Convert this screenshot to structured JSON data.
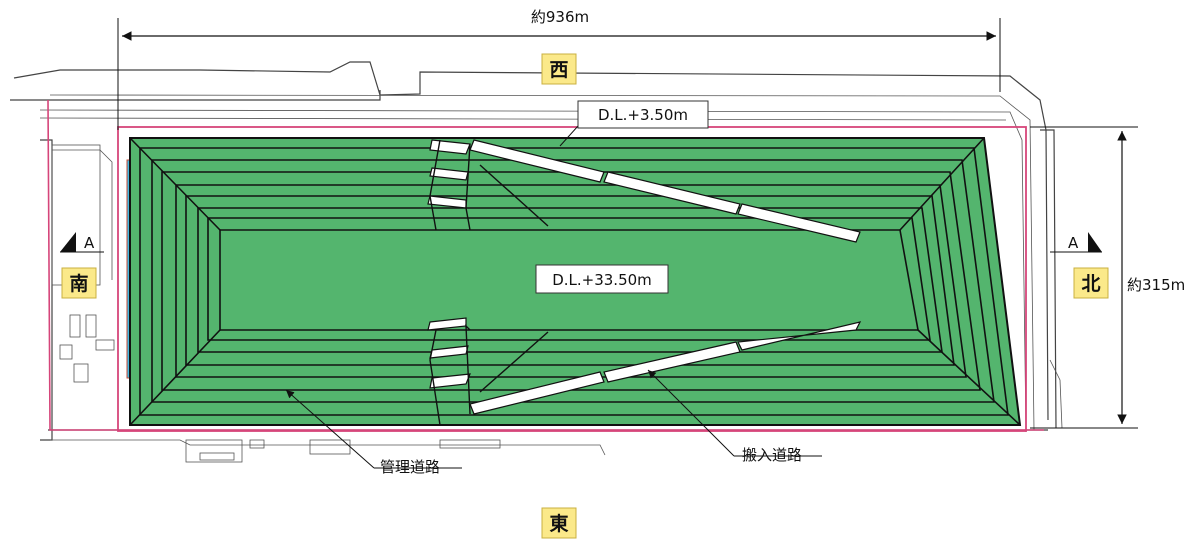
{
  "dimensions": {
    "width_label": "約936m",
    "height_label": "約315m"
  },
  "directions": {
    "west": "西",
    "east": "東",
    "south": "南",
    "north": "北"
  },
  "section_marker": {
    "left": "A",
    "right": "A"
  },
  "elevations": {
    "top": "D.L.+3.50m",
    "center": "D.L.+33.50m"
  },
  "callouts": {
    "management_road": "管理道路",
    "access_road": "搬入道路"
  },
  "colors": {
    "green": "#54b56e",
    "boundary": "#d6457a",
    "stripe": "#41b8e0",
    "label_bg": "#fbe98a"
  }
}
